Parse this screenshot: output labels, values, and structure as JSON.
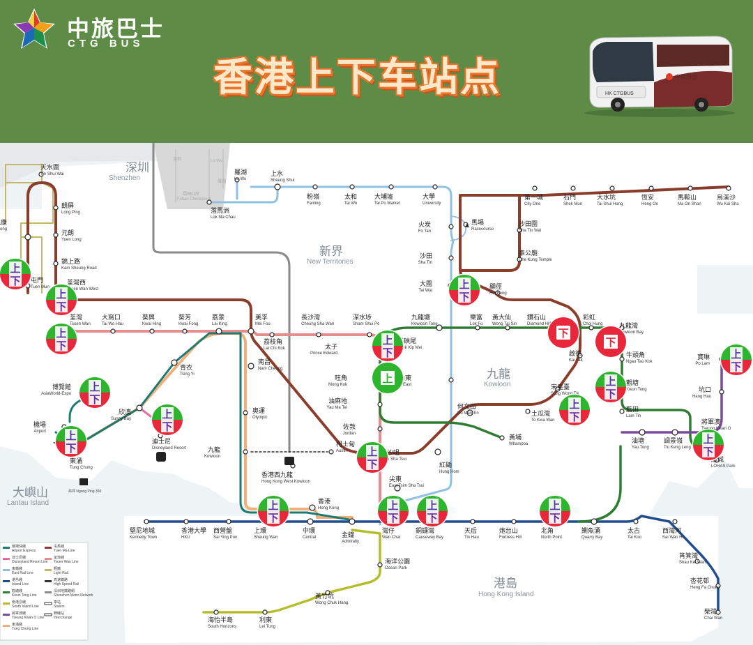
{
  "header": {
    "brand_cn": "中旅巴士",
    "brand_en": "CTG BUS",
    "headline": "香港上下车站点",
    "bus_brand": "中旅巴士",
    "bus_plate": "HK CTGBUS",
    "bg_color": "#5e8c47"
  },
  "regions": [
    {
      "id": "shenzhen",
      "cn": "深圳",
      "en": "Shenzhen"
    },
    {
      "id": "new-territories",
      "cn": "新界",
      "en": "New Territories"
    },
    {
      "id": "kowloon",
      "cn": "九龍",
      "en": "Kowloon"
    },
    {
      "id": "lantau",
      "cn": "大嶼山",
      "en": "Lantau Island"
    },
    {
      "id": "hk-island",
      "cn": "港島",
      "en": "Hong Kong Island"
    }
  ],
  "faint_labels": [
    "福田口岸",
    "Futian Checkpoint",
    "深圳",
    "羅湖",
    "Lo Wu",
    "落馬洲",
    "Lok Ma Chau",
    "Lo Wu"
  ],
  "stations": [
    {
      "id": "tin-shui-wai",
      "cn": "天水圍",
      "en": "Tin Shui Wai"
    },
    {
      "id": "long-ping",
      "cn": "朗屏",
      "en": "Long Ping"
    },
    {
      "id": "yuen-long",
      "cn": "元朗",
      "en": "Yuen Long"
    },
    {
      "id": "kam-sheung-road",
      "cn": "錦上路",
      "en": "Kam Sheung Road"
    },
    {
      "id": "siu-hong",
      "cn": "兆康",
      "en": "Siu Hong"
    },
    {
      "id": "tuen-mun",
      "cn": "屯門",
      "en": "Tuen Mun"
    },
    {
      "id": "tsuen-wan-west",
      "cn": "荃灣西",
      "en": "Tsuen Wan West"
    },
    {
      "id": "tsuen-wan",
      "cn": "荃灣",
      "en": "Tsuen Wan"
    },
    {
      "id": "tai-wo-hau",
      "cn": "大窩口",
      "en": "Tai Wo Hau"
    },
    {
      "id": "kwai-hing",
      "cn": "葵興",
      "en": "Kwai Hing"
    },
    {
      "id": "kwai-fong",
      "cn": "葵芳",
      "en": "Kwai Fong"
    },
    {
      "id": "lai-king",
      "cn": "荔景",
      "en": "Lai King"
    },
    {
      "id": "mei-foo",
      "cn": "美孚",
      "en": "Mei Foo"
    },
    {
      "id": "lai-chi-kok",
      "cn": "荔枝角",
      "en": "Lai Chi Kok"
    },
    {
      "id": "cheung-sha-wan",
      "cn": "長沙灣",
      "en": "Cheung Sha Wan"
    },
    {
      "id": "sham-shui-po",
      "cn": "深水埗",
      "en": "Sham Shui Po"
    },
    {
      "id": "lo-wu",
      "cn": "羅湖",
      "en": "Lo Wu"
    },
    {
      "id": "sheung-shui",
      "cn": "上水",
      "en": "Sheung Shui"
    },
    {
      "id": "lok-ma-chau",
      "cn": "落馬洲",
      "en": "Lok Ma Chau"
    },
    {
      "id": "fanling",
      "cn": "粉嶺",
      "en": "Fanling"
    },
    {
      "id": "tai-wo",
      "cn": "太和",
      "en": "Tai Wo"
    },
    {
      "id": "tai-po-market",
      "cn": "大埔墟",
      "en": "Tai Po Market"
    },
    {
      "id": "university",
      "cn": "大學",
      "en": "University"
    },
    {
      "id": "racecourse",
      "cn": "馬場",
      "en": "Racecourse"
    },
    {
      "id": "fo-tan",
      "cn": "火炭",
      "en": "Fo Tan"
    },
    {
      "id": "sha-tin",
      "cn": "沙田",
      "en": "Sha Tin"
    },
    {
      "id": "tai-wai",
      "cn": "大圍",
      "en": "Tai Wai"
    },
    {
      "id": "city-one",
      "cn": "第一城",
      "en": "City One"
    },
    {
      "id": "shek-mun",
      "cn": "石門",
      "en": "Shek Mun"
    },
    {
      "id": "tai-shui-hang",
      "cn": "大水坑",
      "en": "Tai Shui Hang"
    },
    {
      "id": "heng-on",
      "cn": "恆安",
      "en": "Heng On"
    },
    {
      "id": "ma-on-shan",
      "cn": "馬鞍山",
      "en": "Ma On Shan"
    },
    {
      "id": "wu-kai-sha",
      "cn": "烏溪沙",
      "en": "Wu Kai Sha"
    },
    {
      "id": "sha-tin-wai",
      "cn": "沙田圍",
      "en": "Sha Tin Wai"
    },
    {
      "id": "che-kung-temple",
      "cn": "車公廟",
      "en": "Che Kung Temple"
    },
    {
      "id": "hin-keng",
      "cn": "顯徑",
      "en": "Hin Keng"
    },
    {
      "id": "kowloon-tong",
      "cn": "九龍塘",
      "en": "Kowloon Tong"
    },
    {
      "id": "lok-fu",
      "cn": "樂富",
      "en": "Lok Fu"
    },
    {
      "id": "wong-tai-sin",
      "cn": "黃大仙",
      "en": "Wong Tai Sin"
    },
    {
      "id": "diamond-hill",
      "cn": "鑽石山",
      "en": "Diamond Hill"
    },
    {
      "id": "choi-hung",
      "cn": "彩虹",
      "en": "Choi Hung"
    },
    {
      "id": "kowloon-bay",
      "cn": "九龍灣",
      "en": "Kowloon Bay"
    },
    {
      "id": "ngau-tau-kok",
      "cn": "牛頭角",
      "en": "Ngau Tau Kok"
    },
    {
      "id": "kwun-tong",
      "cn": "觀塘",
      "en": "Kwun Tong"
    },
    {
      "id": "lam-tin",
      "cn": "藍田",
      "en": "Lam Tin"
    },
    {
      "id": "yau-tong",
      "cn": "油塘",
      "en": "Yau Tong"
    },
    {
      "id": "tiu-keng-leng",
      "cn": "調景嶺",
      "en": "Tiu Keng Leng"
    },
    {
      "id": "tseung-kwan-o",
      "cn": "將軍澳",
      "en": "Tseung Kwan O"
    },
    {
      "id": "hang-hau",
      "cn": "坑口",
      "en": "Hang Hau"
    },
    {
      "id": "po-lam",
      "cn": "寶琳",
      "en": "Po Lam"
    },
    {
      "id": "lohas-park",
      "cn": "康城",
      "en": "LOHAS Park"
    },
    {
      "id": "kai-tak",
      "cn": "啟德",
      "en": "Kai Tak"
    },
    {
      "id": "sung-wong-toi",
      "cn": "宋皇臺",
      "en": "Sung Wong Toi"
    },
    {
      "id": "to-kwa-wan",
      "cn": "土瓜灣",
      "en": "To Kwa Wan"
    },
    {
      "id": "ho-man-tin",
      "cn": "何文田",
      "en": "Ho Man Tin"
    },
    {
      "id": "whampoa",
      "cn": "黃埔",
      "en": "Whampoa"
    },
    {
      "id": "hung-hom",
      "cn": "紅磡",
      "en": "Hung Hom"
    },
    {
      "id": "prince-edward",
      "cn": "太子",
      "en": "Prince Edward"
    },
    {
      "id": "mong-kok",
      "cn": "旺角",
      "en": "Mong Kok"
    },
    {
      "id": "mong-kok-east",
      "cn": "旺角東",
      "en": "Mong Kok East"
    },
    {
      "id": "shek-kip-mei",
      "cn": "石硤尾",
      "en": "Shek Kip Mei"
    },
    {
      "id": "yau-ma-tei",
      "cn": "油麻地",
      "en": "Yau Ma Tei"
    },
    {
      "id": "jordan",
      "cn": "佐敦",
      "en": "Jordan"
    },
    {
      "id": "tsim-sha-tsui",
      "cn": "尖沙咀",
      "en": "Tsim Sha Tsui"
    },
    {
      "id": "east-tsim-sha-tsui",
      "cn": "尖東",
      "en": "East Tsim Sha Tsui"
    },
    {
      "id": "austin",
      "cn": "柯士甸",
      "en": "Austin"
    },
    {
      "id": "hk-west-kowloon",
      "cn": "香港西九龍",
      "en": "Hong Kong West Kowloon"
    },
    {
      "id": "kowloon",
      "cn": "九龍",
      "en": "Kowloon"
    },
    {
      "id": "olympic",
      "cn": "奧運",
      "en": "Olympic"
    },
    {
      "id": "nam-cheong",
      "cn": "南昌",
      "en": "Nam Cheong"
    },
    {
      "id": "tsing-yi",
      "cn": "青衣",
      "en": "Tsing Yi"
    },
    {
      "id": "sunny-bay",
      "cn": "欣澳",
      "en": "Sunny Bay"
    },
    {
      "id": "disneyland",
      "cn": "迪士尼",
      "en": "Disneyland Resort"
    },
    {
      "id": "airport",
      "cn": "機場",
      "en": "Airport"
    },
    {
      "id": "asiaworld-expo",
      "cn": "博覽館",
      "en": "AsiaWorld-Expo"
    },
    {
      "id": "tung-chung",
      "cn": "東涌",
      "en": "Tung Chung"
    },
    {
      "id": "kennedy-town",
      "cn": "堅尼地城",
      "en": "Kennedy Town"
    },
    {
      "id": "hku",
      "cn": "香港大學",
      "en": "HKU"
    },
    {
      "id": "sai-ying-pun",
      "cn": "西營盤",
      "en": "Sai Ying Pun"
    },
    {
      "id": "sheung-wan",
      "cn": "上環",
      "en": "Sheung Wan"
    },
    {
      "id": "central",
      "cn": "中環",
      "en": "Central"
    },
    {
      "id": "hong-kong",
      "cn": "香港",
      "en": "Hong Kong"
    },
    {
      "id": "admiralty",
      "cn": "金鐘",
      "en": "Admiralty"
    },
    {
      "id": "wan-chai",
      "cn": "灣仔",
      "en": "Wan Chai"
    },
    {
      "id": "causeway-bay",
      "cn": "銅鑼灣",
      "en": "Causeway Bay"
    },
    {
      "id": "tin-hau",
      "cn": "天后",
      "en": "Tin Hau"
    },
    {
      "id": "fortress-hill",
      "cn": "炮台山",
      "en": "Fortress Hill"
    },
    {
      "id": "north-point",
      "cn": "北角",
      "en": "North Point"
    },
    {
      "id": "quarry-bay",
      "cn": "鰂魚涌",
      "en": "Quarry Bay"
    },
    {
      "id": "tai-koo",
      "cn": "太古",
      "en": "Tai Koo"
    },
    {
      "id": "sai-wan-ho",
      "cn": "西灣河",
      "en": "Sai Wan Ho"
    },
    {
      "id": "shau-kei-wan",
      "cn": "筲箕灣",
      "en": "Shau Kei Wan"
    },
    {
      "id": "heng-fa-chuen",
      "cn": "杏花邨",
      "en": "Heng Fa Chuen"
    },
    {
      "id": "chai-wan",
      "cn": "柴灣",
      "en": "Chai Wan"
    },
    {
      "id": "ocean-park",
      "cn": "海洋公園",
      "en": "Ocean Park"
    },
    {
      "id": "wong-chuk-hang",
      "cn": "黃竹坑",
      "en": "Wong Chuk Hang"
    },
    {
      "id": "lei-tung",
      "cn": "利東",
      "en": "Lei Tung"
    },
    {
      "id": "south-horizons",
      "cn": "海怡半島",
      "en": "South Horizons"
    }
  ],
  "badges": [
    {
      "id": "tuen-mun",
      "type": "both",
      "up": "上",
      "down": "下"
    },
    {
      "id": "tsuen-wan-west",
      "type": "both",
      "up": "上",
      "down": "下"
    },
    {
      "id": "tsuen-wan",
      "type": "both",
      "up": "上",
      "down": "下"
    },
    {
      "id": "asiaworld",
      "type": "both",
      "up": "上",
      "down": "下"
    },
    {
      "id": "airport",
      "type": "both",
      "up": "上",
      "down": "下"
    },
    {
      "id": "disneyland",
      "type": "both",
      "up": "上",
      "down": "下"
    },
    {
      "id": "tai-wai",
      "type": "both",
      "up": "上",
      "down": "下"
    },
    {
      "id": "prince-edward",
      "type": "both",
      "up": "上",
      "down": "下"
    },
    {
      "id": "mong-kok",
      "type": "up",
      "up": "上"
    },
    {
      "id": "diamond-hill",
      "type": "down",
      "down": "下"
    },
    {
      "id": "kowloon-bay",
      "type": "down",
      "down": "下"
    },
    {
      "id": "kwun-tong",
      "type": "both",
      "up": "上",
      "down": "下"
    },
    {
      "id": "to-kwa-wan",
      "type": "both",
      "up": "上",
      "down": "下"
    },
    {
      "id": "po-lam",
      "type": "both",
      "up": "上",
      "down": "下"
    },
    {
      "id": "tseung-kwan-o",
      "type": "both",
      "up": "上",
      "down": "下"
    },
    {
      "id": "tsim-sha-tsui",
      "type": "both",
      "up": "上",
      "down": "下"
    },
    {
      "id": "sheung-wan",
      "type": "both",
      "up": "上",
      "down": "下"
    },
    {
      "id": "wan-chai",
      "type": "both",
      "up": "上",
      "down": "下"
    },
    {
      "id": "causeway-bay",
      "type": "both",
      "up": "上",
      "down": "下"
    },
    {
      "id": "north-point",
      "type": "both",
      "up": "上",
      "down": "下"
    }
  ],
  "legend": [
    "機場快綫",
    "Airport Express",
    "迪士尼綫",
    "Disneyland Resort Line",
    "東鐵綫",
    "East Rail Line",
    "港島綫",
    "Island Line",
    "觀塘綫",
    "Kwun Tong Line",
    "南港島綫",
    "South Island Line",
    "將軍澳綫",
    "Tseung Kwan O Line",
    "東涌綫",
    "Tung Chung Line",
    "屯馬綫",
    "Tuen Ma Line",
    "荃灣綫",
    "Tsuen Wan Line",
    "輕鐵",
    "Light Rail",
    "高速鐵路",
    "High Speed Rail",
    "深圳地鐵路網",
    "Shenzhen Metro Network",
    "車站",
    "Station",
    "轉綫站",
    "Interchange"
  ],
  "ngong_ping": "昂坪 Ngong Ping 360",
  "colors": {
    "up_green": "#2db52d",
    "down_red": "#e8283a",
    "tuen_ma": "#8b3d2b",
    "tsuen_wan": "#e2231a",
    "east_rail": "#6fa7d4",
    "island": "#0b66b3",
    "kwun_tong": "#00a040",
    "tko": "#7d499d",
    "tung_chung": "#f3982d",
    "south_island": "#b5bd2b",
    "ma_on_shan": "#963b20"
  }
}
